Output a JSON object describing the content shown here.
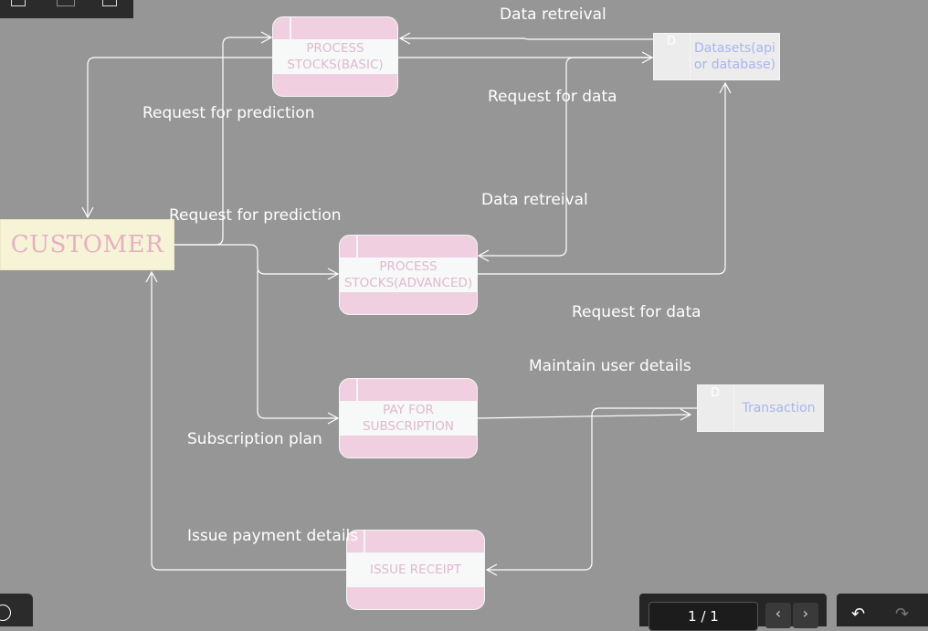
{
  "entity": {
    "customer": "CUSTOMER"
  },
  "processes": {
    "basic": [
      "PROCESS",
      "STOCKS(BASIC)"
    ],
    "advanced": [
      "PROCESS",
      "STOCKS(ADVANCED)"
    ],
    "pay": [
      "PAY FOR",
      "SUBSCRIPTION"
    ],
    "receipt": [
      "ISSUE RECEIPT"
    ]
  },
  "stores": {
    "datasets": {
      "id": "D",
      "name": [
        "Datasets(api",
        "or database)"
      ]
    },
    "transaction": {
      "id": "D",
      "name": [
        "Transaction"
      ]
    }
  },
  "flows": {
    "data_retreival_1": "Data retreival",
    "request_for_data_1": "Request for data",
    "request_for_prediction_1": "Request for prediction",
    "data_retreival_2": "Data retreival",
    "request_for_prediction_2": "Request for prediction",
    "request_for_data_2": "Request for data",
    "maintain_user_details": "Maintain user details",
    "subscription_plan": "Subscription plan",
    "issue_payment_details": "Issue payment details"
  },
  "viewer": {
    "page_indicator": "1 / 1",
    "prev": "‹",
    "next": "›"
  },
  "colors": {
    "canvas": "#959695",
    "process_band": "#efcfe0",
    "process_text": "#dfb9cf",
    "store_text": "#a8b6ee",
    "customer_fill": "#f7f3d6",
    "customer_text": "#e4b0c4",
    "line": "#ffffff"
  }
}
